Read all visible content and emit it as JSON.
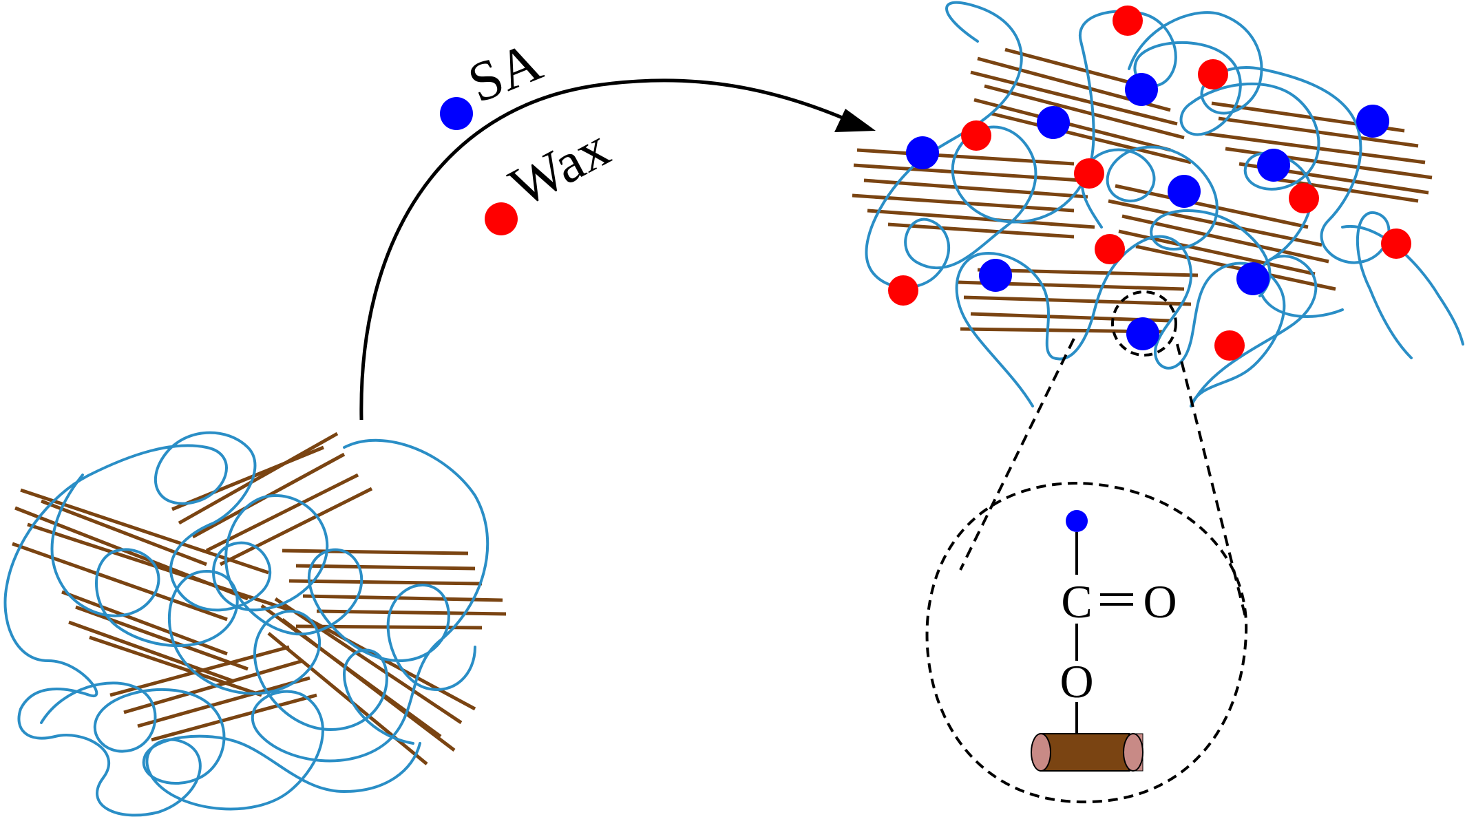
{
  "legend": {
    "sa_label": "SA",
    "wax_label": "Wax"
  },
  "zoom_inset": {
    "carbon_label": "C",
    "double_bond_label": "=",
    "carbonyl_oxygen_label": "O",
    "ester_oxygen_label": "O"
  },
  "colors": {
    "sa_particle": "#0000ff",
    "wax_particle": "#ff0000",
    "cellulose_fiber": "#7a4412",
    "polymer_chain": "#2a8ec6",
    "arrow": "#000000",
    "fiber_end_cap": "#c88a86"
  }
}
